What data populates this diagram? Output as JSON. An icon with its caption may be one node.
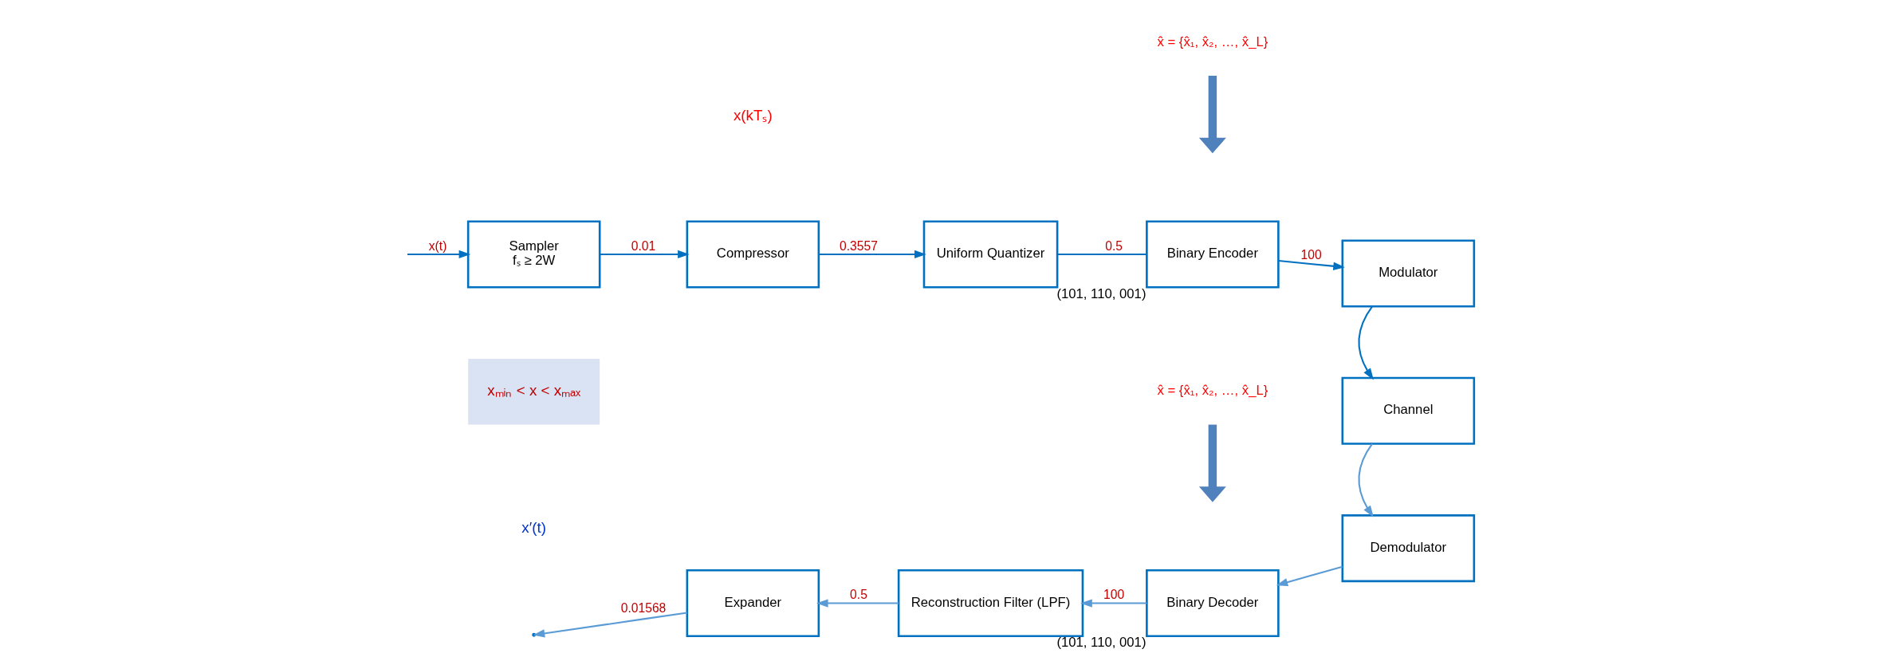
{
  "diagram": {
    "nodes": [
      {
        "text": [
          "Sampler",
          "fₛ ≥ 2W"
        ]
      },
      {
        "text": [
          "Compressor"
        ]
      },
      {
        "text": [
          "Uniform Quantizer"
        ]
      },
      {
        "text": [
          "Binary Encoder"
        ],
        "beside": [
          "(101, 110, 001)"
        ]
      },
      {
        "text": [
          "Modulator"
        ]
      },
      {
        "text": [
          "Channel"
        ]
      },
      {
        "text": [
          "Demodulator"
        ]
      },
      {
        "text": [
          "Binary Decoder"
        ],
        "beside": [
          "(101, 110, 001)"
        ]
      },
      {
        "text": [
          "Reconstruction Filter (LPF)"
        ]
      },
      {
        "text": [
          "Expander"
        ]
      },
      {
        "text": [
          "x̂ = {x̂₁, x̂₂, …, x̂_L}"
        ]
      },
      {
        "text": [
          "x̂ = {x̂₁, x̂₂, …, x̂_L}"
        ]
      }
    ],
    "edges": [
      {
        "from": null,
        "to": 0,
        "arrow": "to",
        "label": "x(t)"
      },
      {
        "from": 0,
        "to": 1,
        "arrow": "to",
        "label": "0.01"
      },
      {
        "from": 1,
        "to": 2,
        "arrow": "to",
        "label": "0.3557"
      },
      {
        "from": 2,
        "to": 3,
        "arrow": "none",
        "label": "0.5"
      },
      {
        "from": 10,
        "to": null,
        "arrow": "to",
        "style": "thick",
        "color": "#4f81bd"
      },
      {
        "from": 3,
        "to": 4,
        "arrow": "to",
        "label": "100"
      },
      {
        "from": 4,
        "to": 5,
        "arrow": "to"
      },
      {
        "from": 5,
        "to": 6,
        "arrow": "to",
        "color": "#5b9bd5"
      },
      {
        "from": 6,
        "to": 7,
        "arrow": "to",
        "color": "#5b9bd5"
      },
      {
        "from": 7,
        "to": 8,
        "arrow": "to",
        "label": "100",
        "color": "#5b9bd5"
      },
      {
        "from": 11,
        "to": null,
        "arrow": "to",
        "style": "thick",
        "color": "#4f81bd"
      },
      {
        "from": 8,
        "to": 9,
        "arrow": "to",
        "label": "0.5",
        "color": "#5b9bd5"
      },
      {
        "from": 9,
        "to": null,
        "arrow": "to",
        "label": "0.01568",
        "color": "#5b9bd5"
      }
    ],
    "labels": [
      "x(kTₛ)",
      "xₘᵢₙ < x < xₘₐₓ",
      "x′(t)"
    ]
  }
}
